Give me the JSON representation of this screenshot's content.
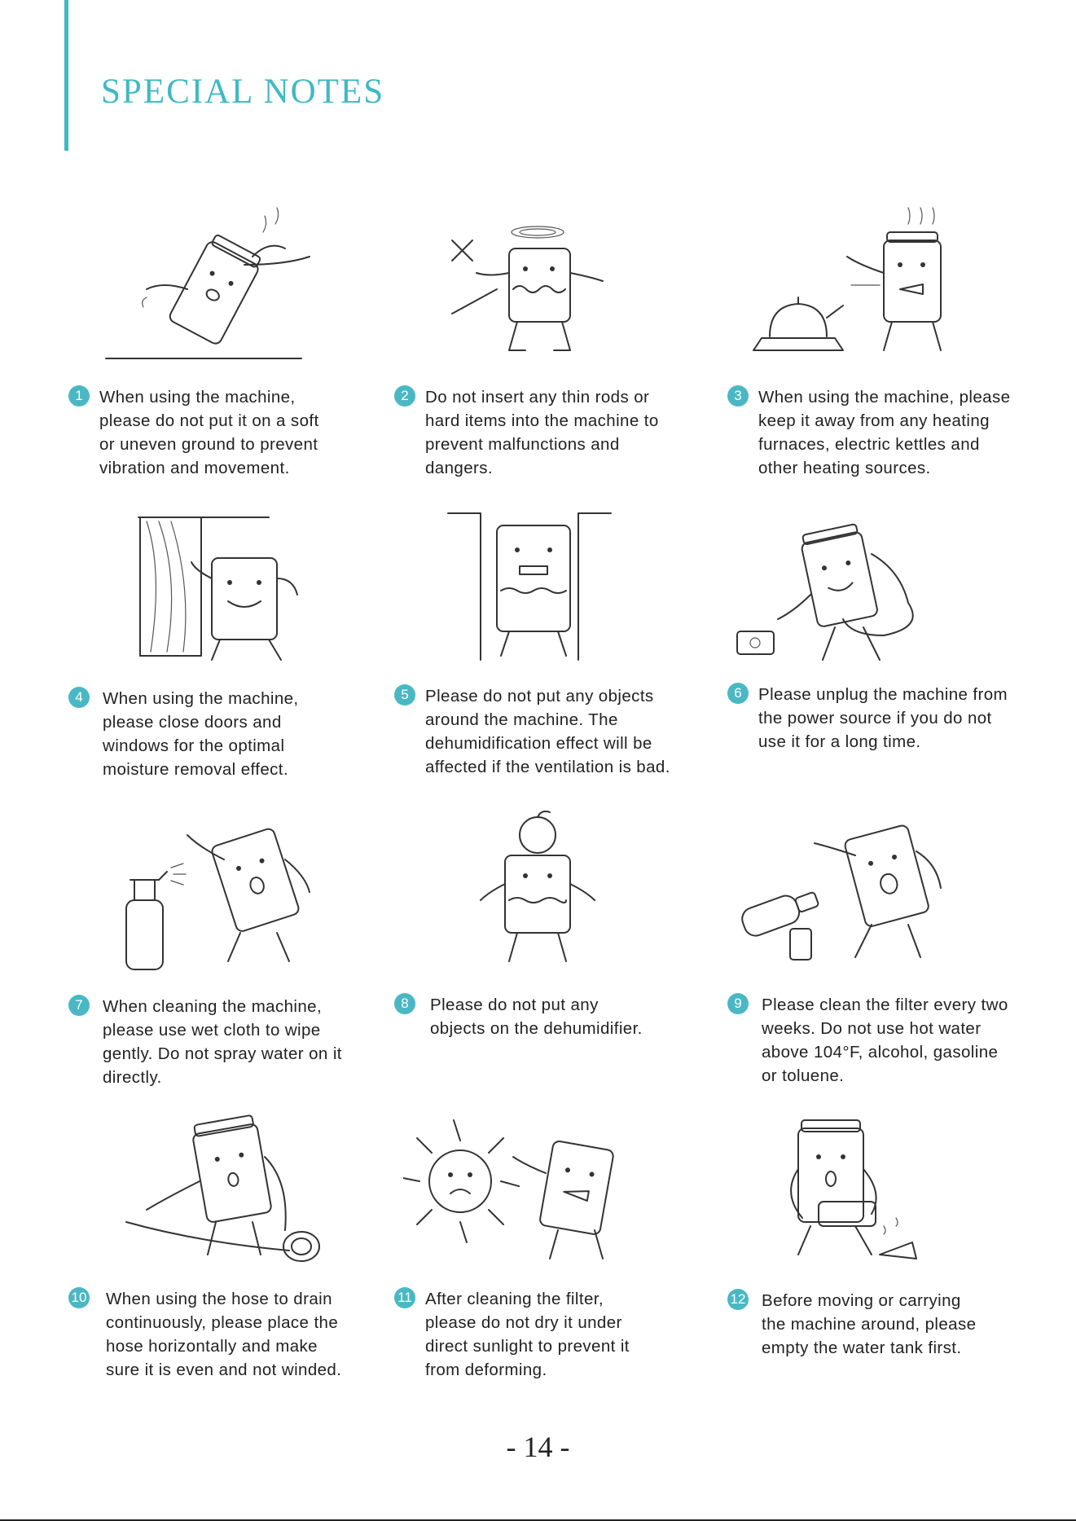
{
  "header": {
    "title": "SPECIAL NOTES"
  },
  "notes": [
    {
      "number": "1",
      "lines": [
        "When using the machine,",
        "please do not put it on a soft",
        "or uneven ground to prevent",
        "vibration and movement."
      ]
    },
    {
      "number": "2",
      "lines": [
        "Do not insert any thin rods or",
        "hard items into the machine to",
        "prevent malfunctions and",
        "dangers."
      ]
    },
    {
      "number": "3",
      "lines": [
        "When using the machine, please",
        "keep it away from any heating",
        "furnaces, electric kettles and",
        "other heating sources."
      ]
    },
    {
      "number": "4",
      "lines": [
        "When using the machine,",
        "please close doors and",
        "windows for the optimal",
        "moisture removal effect."
      ]
    },
    {
      "number": "5",
      "lines": [
        "Please do not put any objects",
        "around the machine. The",
        "dehumidification effect will be",
        "affected if the ventilation is bad."
      ]
    },
    {
      "number": "6",
      "lines": [
        "Please unplug the machine from",
        "the power source if you do not",
        "use it for a long time."
      ]
    },
    {
      "number": "7",
      "lines": [
        "When cleaning the machine,",
        "please use wet cloth to wipe",
        "gently. Do not spray water on it",
        "directly."
      ]
    },
    {
      "number": "8",
      "lines": [
        "Please do not put any",
        "objects on the dehumidifier."
      ]
    },
    {
      "number": "9",
      "lines": [
        "Please clean the filter every two",
        "weeks. Do not use hot water",
        "above 104°F, alcohol, gasoline",
        "or toluene."
      ]
    },
    {
      "number": "10",
      "lines": [
        "When using the hose to drain",
        "continuously, please place the",
        "hose horizontally and make",
        "sure it is even and not winded."
      ]
    },
    {
      "number": "11",
      "lines": [
        "After cleaning the filter,",
        "please do not dry it under",
        "direct sunlight to prevent it",
        "from deforming."
      ]
    },
    {
      "number": "12",
      "lines": [
        "Before moving or carrying",
        "the machine around, please",
        "empty the water tank first."
      ]
    }
  ],
  "footer": {
    "page_number": "- 14 -"
  },
  "colors": {
    "accent": "#3fb9c3",
    "badge": "#4ab8c4",
    "text": "#222222"
  },
  "icons": [
    "tilted-machine-icon",
    "rod-insert-icon",
    "kettle-heat-icon",
    "closed-window-icon",
    "ventilation-icon",
    "unplug-icon",
    "spray-bottle-icon",
    "object-on-top-icon",
    "bottle-solvent-icon",
    "drain-hose-icon",
    "sunlight-icon",
    "water-tank-icon"
  ]
}
